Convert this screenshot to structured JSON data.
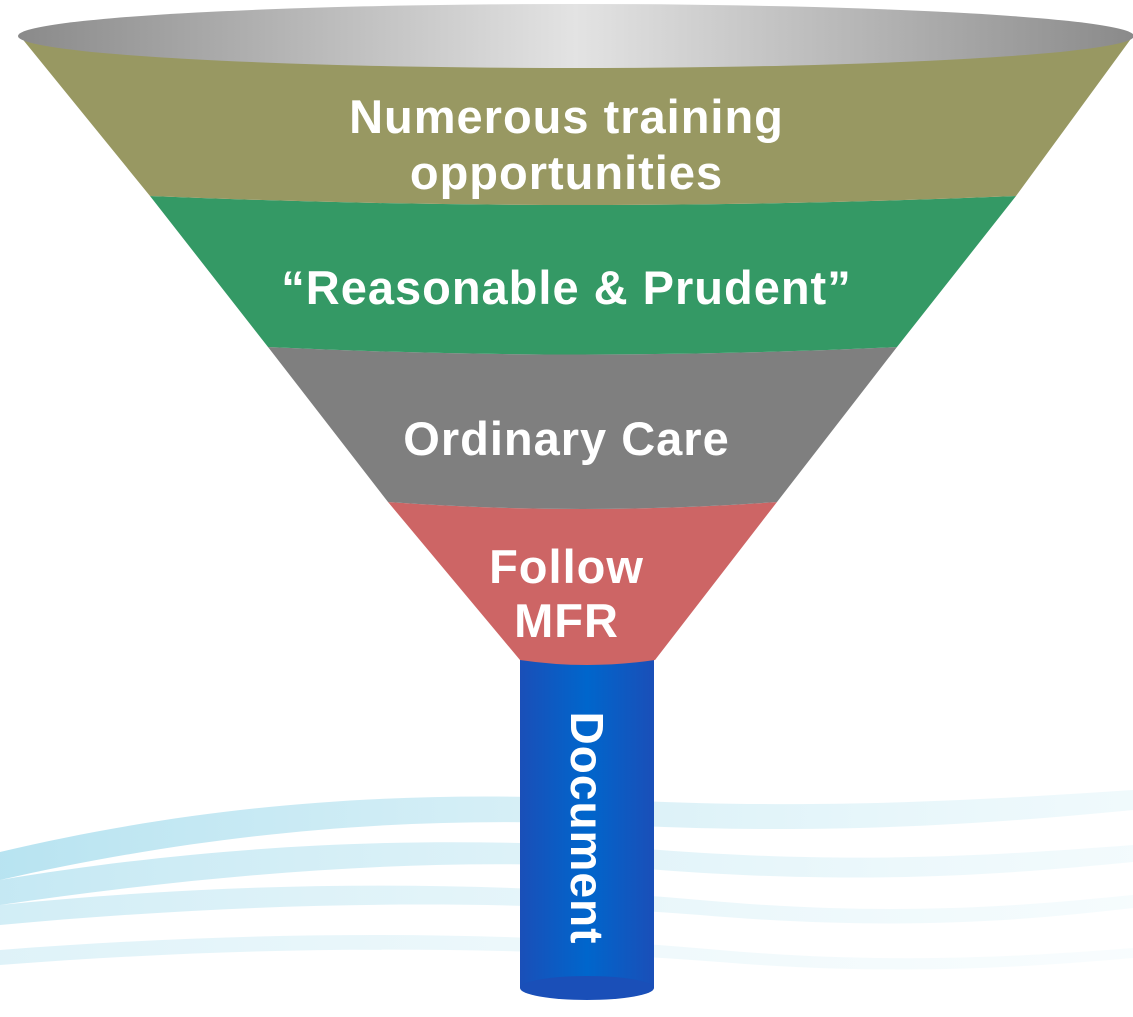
{
  "funnel": {
    "band_top": {
      "line1": "Numerous training",
      "line2": "opportunities",
      "color": "#989862"
    },
    "band_second": {
      "text": "“Reasonable & Prudent”",
      "color": "#349965"
    },
    "band_third": {
      "text": "Ordinary Care",
      "color": "#7f7f7f"
    },
    "band_bottom": {
      "line1": "Follow",
      "line2": "MFR",
      "color": "#cd6565"
    },
    "spout": {
      "text": "Document",
      "color": "#0066cc"
    },
    "rim_color": "#d9d9d9"
  }
}
